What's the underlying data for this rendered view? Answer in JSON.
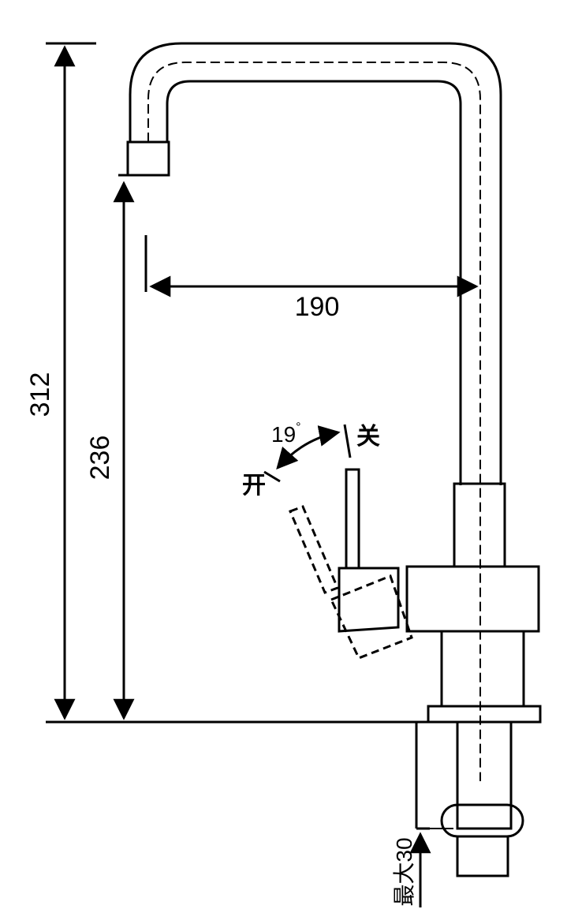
{
  "dimensions": {
    "total_height": "312",
    "spout_height": "236",
    "reach": "190",
    "angle": "19",
    "angle_unit": "°",
    "max_thickness": "最大30"
  },
  "labels": {
    "open": "开",
    "close": "关"
  }
}
